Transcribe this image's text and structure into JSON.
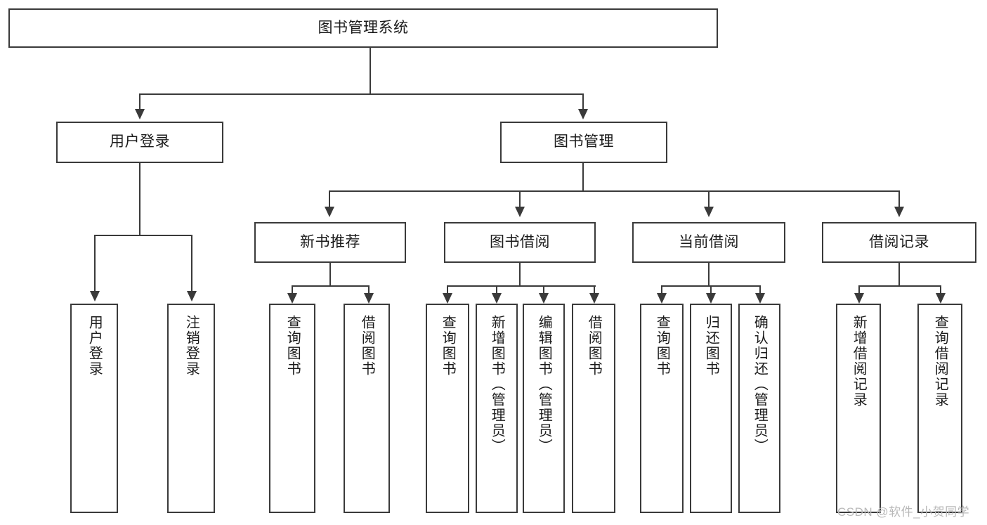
{
  "diagram": {
    "title": "图书管理系统",
    "type": "功能结构图",
    "root": {
      "label": "图书管理系统"
    },
    "level2": [
      {
        "label": "用户登录"
      },
      {
        "label": "图书管理"
      }
    ],
    "level3": [
      {
        "label": "新书推荐"
      },
      {
        "label": "图书借阅"
      },
      {
        "label": "当前借阅"
      },
      {
        "label": "借阅记录"
      }
    ],
    "leaves": {
      "user_login": [
        {
          "label": "用户登录"
        },
        {
          "label": "注销登录"
        }
      ],
      "new_book_recommend": [
        {
          "label": "查询图书"
        },
        {
          "label": "借阅图书"
        }
      ],
      "book_borrow": [
        {
          "label": "查询图书"
        },
        {
          "label": "新增图书（管理员）"
        },
        {
          "label": "编辑图书（管理员）"
        },
        {
          "label": "借阅图书"
        }
      ],
      "current_borrow": [
        {
          "label": "查询图书"
        },
        {
          "label": "归还图书"
        },
        {
          "label": "确认归还（管理员）"
        }
      ],
      "borrow_record": [
        {
          "label": "新增借阅记录"
        },
        {
          "label": "查询借阅记录"
        }
      ]
    }
  },
  "watermark": {
    "text": "CSDN @软件_小贺同学"
  },
  "colors": {
    "stroke": "#3a3a3a",
    "text": "#1b1b1b",
    "background": "#ffffff",
    "watermark": "#b9b9b9"
  }
}
